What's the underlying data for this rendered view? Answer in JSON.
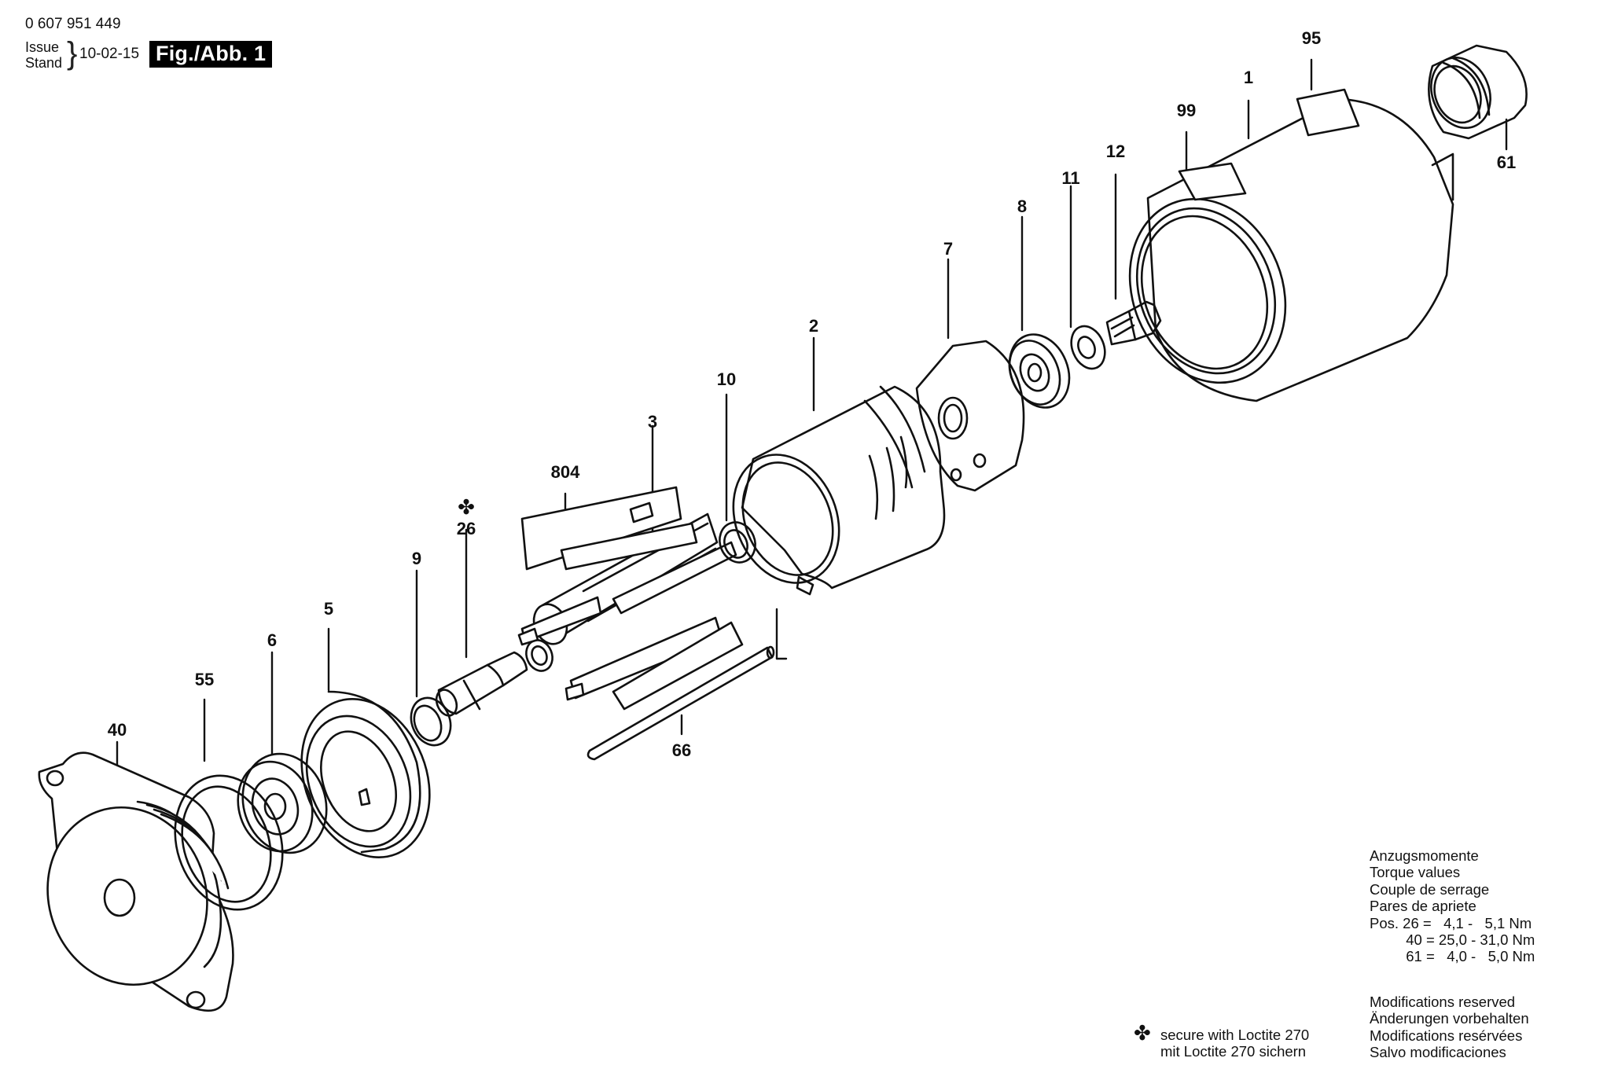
{
  "header": {
    "part_number": "0 607 951 449",
    "issue_label": "Issue",
    "stand_label": "Stand",
    "date": "10-02-15",
    "figure": "Fig./Abb. 1"
  },
  "callouts": {
    "c40": "40",
    "c55": "55",
    "c6": "6",
    "c5": "5",
    "c9": "9",
    "c26": "26",
    "c804": "804",
    "c3": "3",
    "c10": "10",
    "c2": "2",
    "c66": "66",
    "c7": "7",
    "c8": "8",
    "c11": "11",
    "c12": "12",
    "c99": "99",
    "c1": "1",
    "c95": "95",
    "c61": "61"
  },
  "loctite_symbol": "✤",
  "torque": {
    "heading_de": "Anzugsmomente",
    "heading_en": "Torque values",
    "heading_fr": "Couple de serrage",
    "heading_es": "Pares de apriete",
    "line1": "Pos. 26 =   4,1 -   5,1 Nm",
    "line2": "         40 = 25,0 - 31,0 Nm",
    "line3": "         61 =   4,0 -   5,0 Nm"
  },
  "modifications": {
    "en": "Modifications reserved",
    "de": "Änderungen vorbehalten",
    "fr": "Modifications resérvées",
    "es": "Salvo modificaciones"
  },
  "loctite_note": {
    "en": "secure with Loctite 270",
    "de": "mit Loctite 270 sichern"
  }
}
